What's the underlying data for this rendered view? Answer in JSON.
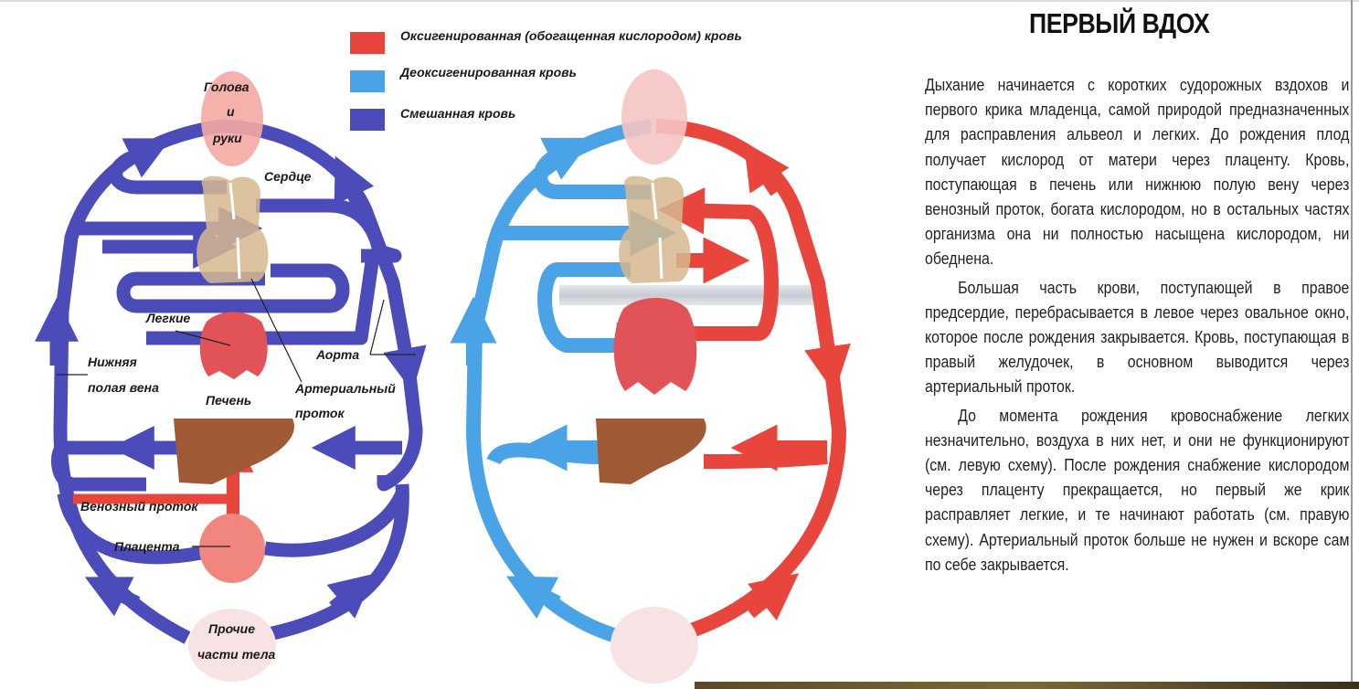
{
  "legend": [
    {
      "label": "Оксигенированная (обогащенная кислородом) кровь",
      "color": "#e8453c"
    },
    {
      "label": "Деоксигенированная кровь",
      "color": "#4aa3e6"
    },
    {
      "label": "Смешанная кровь",
      "color": "#4b4cba"
    }
  ],
  "left_diagram": {
    "labels": {
      "head": [
        "Голова",
        "и",
        "руки"
      ],
      "heart": "Сердце",
      "lungs": "Легкие",
      "aorta": "Аорта",
      "ivc": [
        "Нижняя",
        "полая вена"
      ],
      "ductus_arteriosus": [
        "Артериальный",
        "проток"
      ],
      "liver": "Печень",
      "ductus_venosus": "Венозный проток",
      "placenta": "Плацента",
      "body": [
        "Прочие",
        "части тела"
      ]
    }
  },
  "title": "ПЕРВЫЙ ВДОХ",
  "paragraphs": [
    "Дыхание начинается с коротких судорожных вздохов и первого крика младенца, самой природой предназначенных для расправления альвеол и легких. До рождения плод получает кислород от матери через плаценту. Кровь, поступающая в печень или нижнюю полую вену через венозный проток, богата кислородом, но в остальных частях организма она ни полностью насыщена кислородом, ни обеднена.",
    "Большая часть крови, поступающей в правое предсердие, перебрасывается в левое через овальное окно, которое после рождения закрывается. Кровь, поступающая в правый желудочек, в основном выводится через артериальный проток.",
    "До момента рождения кровоснабжение легких незначительно, воздуха в них нет, и они не функционируют (см. левую схему). После рождения снабжение кислородом через плаценту прекращается, но первый же крик расправляет легкие, и те начинают работать (см. правую схему). Артериальный проток больше не нужен и вскоре сам по себе закрывается."
  ],
  "colors": {
    "oxygenated": "#e8453c",
    "deoxygenated": "#4aa3e6",
    "mixed": "#4b4cba",
    "organ_pink": "#f4a9a3",
    "heart_tan": "#d6b78e",
    "liver_brown": "#a15a36",
    "lungs_red": "#e25358"
  }
}
